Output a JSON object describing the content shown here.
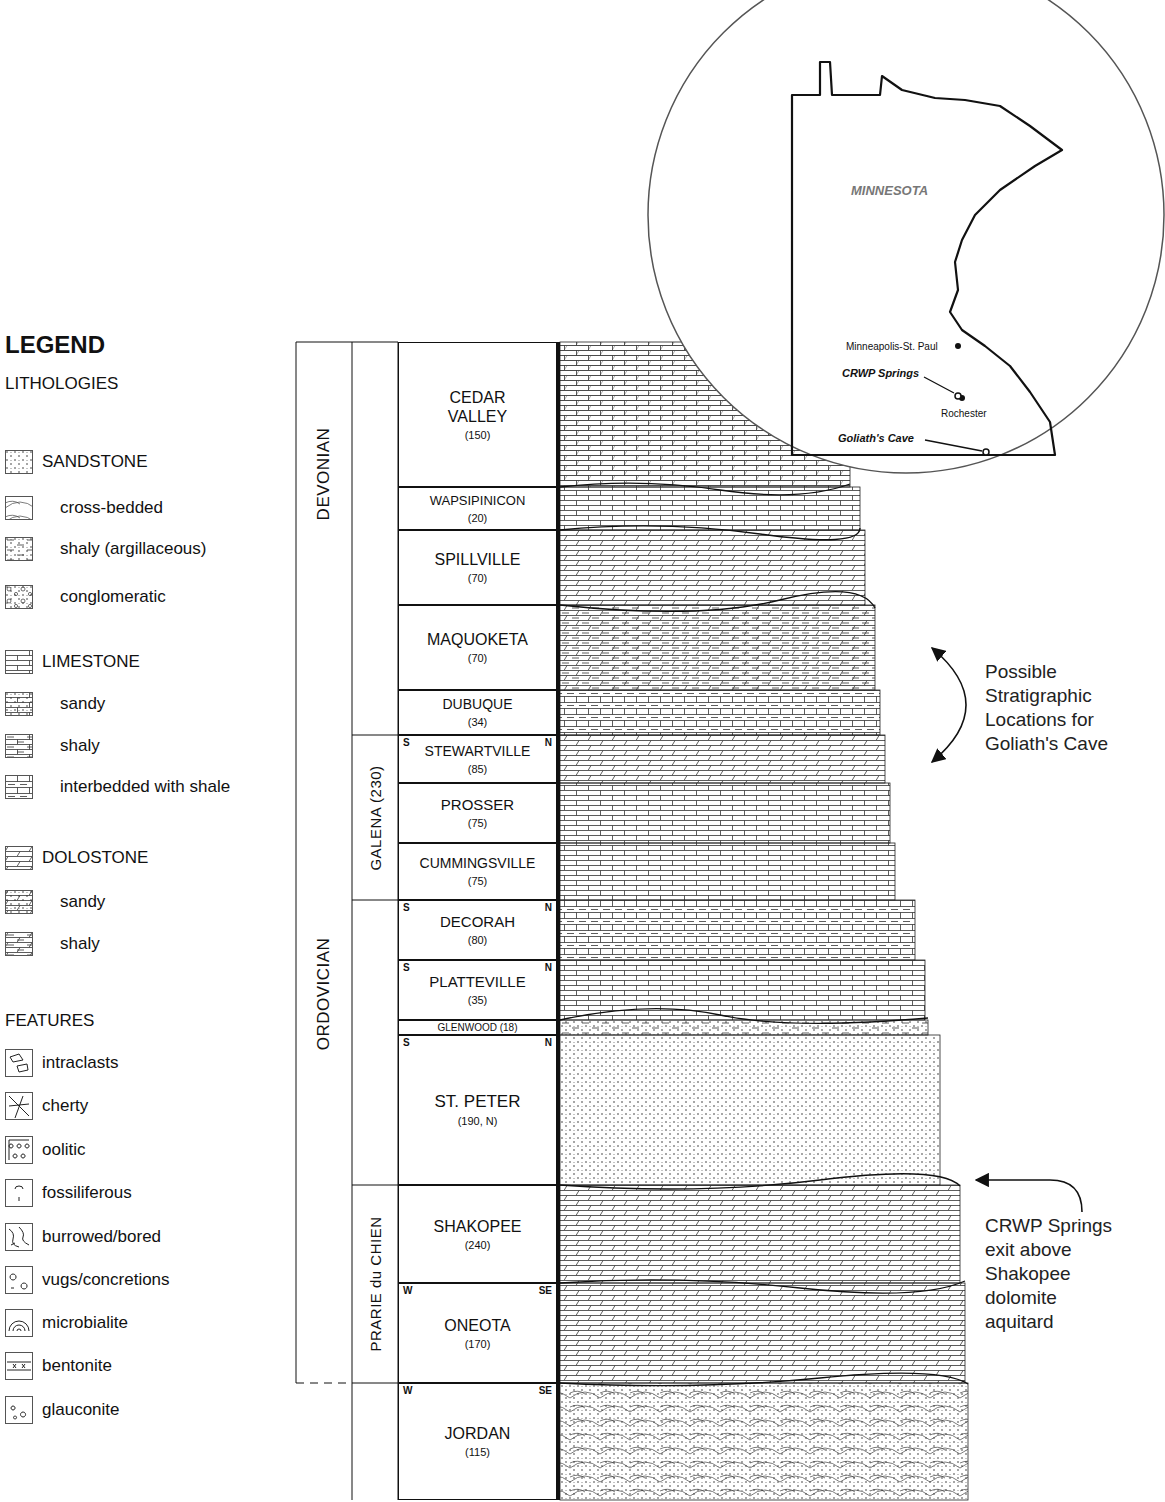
{
  "diagram": {
    "nodes": [
      {
        "text": [
          "DEVONIAN"
        ]
      },
      {
        "text": [
          "ORDOVICIAN"
        ]
      },
      {
        "text": [
          "GALENA (230)"
        ]
      },
      {
        "text": [
          "PRARIE du CHIEN"
        ]
      },
      {
        "text": [
          "CEDAR VALLEY",
          "(150)"
        ]
      },
      {
        "text": [
          "WAPSIPINICON",
          "(20)"
        ]
      },
      {
        "text": [
          "SPILLVILLE",
          "(70)"
        ]
      },
      {
        "text": [
          "MAQUOKETA",
          "(70)"
        ]
      },
      {
        "text": [
          "DUBUQUE",
          "(34)"
        ]
      },
      {
        "text": [
          "STEWARTVILLE",
          "(85)",
          "S",
          "N"
        ]
      },
      {
        "text": [
          "PROSSER",
          "(75)"
        ]
      },
      {
        "text": [
          "CUMMINGSVILLE",
          "(75)"
        ]
      },
      {
        "text": [
          "DECORAH",
          "(80)",
          "S",
          "N"
        ]
      },
      {
        "text": [
          "PLATTEVILLE",
          "(35)",
          "S",
          "N"
        ]
      },
      {
        "text": [
          "GLENWOOD (18)"
        ]
      },
      {
        "text": [
          "ST. PETER",
          "(190, N)",
          "S",
          "N"
        ]
      },
      {
        "text": [
          "SHAKOPEE",
          "(240)"
        ]
      },
      {
        "text": [
          "ONEOTA",
          "(170)",
          "W",
          "SE"
        ]
      },
      {
        "text": [
          "JORDAN",
          "(115)",
          "W",
          "SE"
        ]
      }
    ],
    "labels": [
      "LEGEND",
      "LITHOLOGIES",
      "FEATURES",
      "MINNESOTA",
      "Minneapolis-St. Paul",
      "CRWP Springs",
      "Rochester",
      "Goliath's Cave",
      "Possible Stratigraphic Locations for Goliath's Cave",
      "CRWP Springs exit above Shakopee dolomite aquitard"
    ],
    "legend": [
      {
        "text": "SANDSTONE"
      },
      {
        "text": "cross-bedded"
      },
      {
        "text": "shaly (argillaceous)"
      },
      {
        "text": "conglomeratic"
      },
      {
        "text": "LIMESTONE"
      },
      {
        "text": "sandy"
      },
      {
        "text": "shaly"
      },
      {
        "text": "interbedded with shale"
      },
      {
        "text": "DOLOSTONE"
      },
      {
        "text": "sandy"
      },
      {
        "text": "shaly"
      },
      {
        "text": "intraclasts"
      },
      {
        "text": "cherty"
      },
      {
        "text": "oolitic"
      },
      {
        "text": "fossiliferous"
      },
      {
        "text": "burrowed/bored"
      },
      {
        "text": "vugs/concretions"
      },
      {
        "text": "microbialite"
      },
      {
        "text": "bentonite"
      },
      {
        "text": "glauconite"
      }
    ]
  }
}
